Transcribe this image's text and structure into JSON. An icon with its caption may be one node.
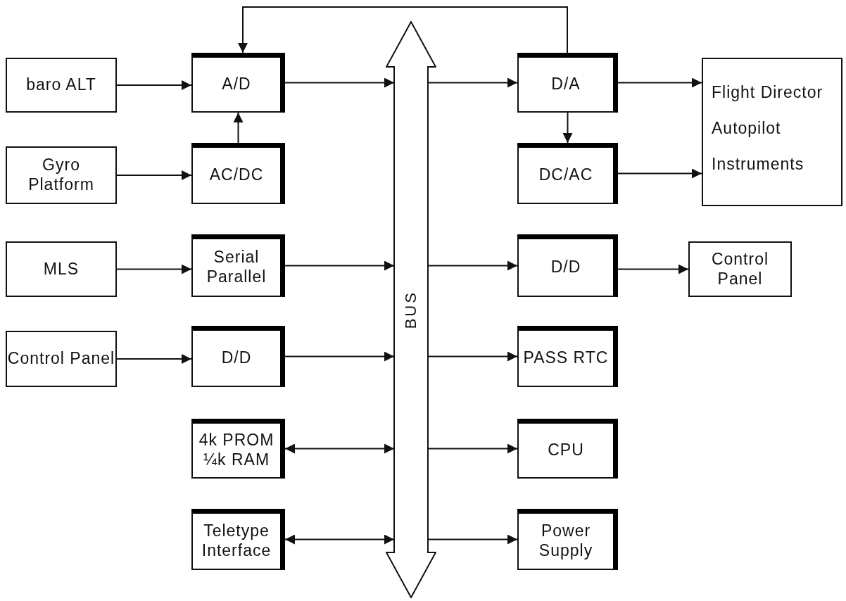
{
  "diagram": {
    "nodes": [
      {
        "text": [
          "baro ALT"
        ]
      },
      {
        "text": [
          "A/D"
        ]
      },
      {
        "text": [
          "BUS"
        ]
      },
      {
        "text": [
          "D/A"
        ]
      },
      {
        "text": [
          "Flight Director",
          "Autopilot",
          "Instruments"
        ]
      },
      {
        "text": [
          "Gyro Platform"
        ]
      },
      {
        "text": [
          "AC/DC"
        ]
      },
      {
        "text": [
          "DC/AC"
        ]
      },
      {
        "text": [
          "MLS"
        ]
      },
      {
        "text": [
          "Serial Parallel"
        ]
      },
      {
        "text": [
          "D/D"
        ]
      },
      {
        "text": [
          "Control Panel"
        ]
      },
      {
        "text": [
          "Control Panel"
        ]
      },
      {
        "text": [
          "D/D"
        ]
      },
      {
        "text": [
          "PASS RTC"
        ]
      },
      {
        "text": [
          "4k PROM ¼k RAM"
        ]
      },
      {
        "text": [
          "CPU"
        ]
      },
      {
        "text": [
          "Teletype Interface"
        ]
      },
      {
        "text": [
          "Power Supply"
        ]
      }
    ],
    "edges": [
      {
        "from": 0,
        "to": 1,
        "arrow": "to"
      },
      {
        "from": 1,
        "to": 2,
        "arrow": "to"
      },
      {
        "from": 2,
        "to": 3,
        "arrow": "to"
      },
      {
        "from": 3,
        "to": 4,
        "arrow": "to"
      },
      {
        "from": 3,
        "to": 1,
        "arrow": "to"
      },
      {
        "from": 5,
        "to": 6,
        "arrow": "to"
      },
      {
        "from": 6,
        "to": 1,
        "arrow": "to"
      },
      {
        "from": 3,
        "to": 7,
        "arrow": "to"
      },
      {
        "from": 7,
        "to": 4,
        "arrow": "to"
      },
      {
        "from": 8,
        "to": 9,
        "arrow": "to"
      },
      {
        "from": 9,
        "to": 2,
        "arrow": "to"
      },
      {
        "from": 2,
        "to": 10,
        "arrow": "to"
      },
      {
        "from": 10,
        "to": 11,
        "arrow": "to"
      },
      {
        "from": 12,
        "to": 13,
        "arrow": "to"
      },
      {
        "from": 13,
        "to": 2,
        "arrow": "to"
      },
      {
        "from": 15,
        "to": 2,
        "arrow": "both"
      },
      {
        "from": 2,
        "to": 14,
        "arrow": "to"
      },
      {
        "from": 2,
        "to": 16,
        "arrow": "to"
      },
      {
        "from": 17,
        "to": 2,
        "arrow": "both"
      },
      {
        "from": 2,
        "to": 18,
        "arrow": "to"
      }
    ]
  }
}
